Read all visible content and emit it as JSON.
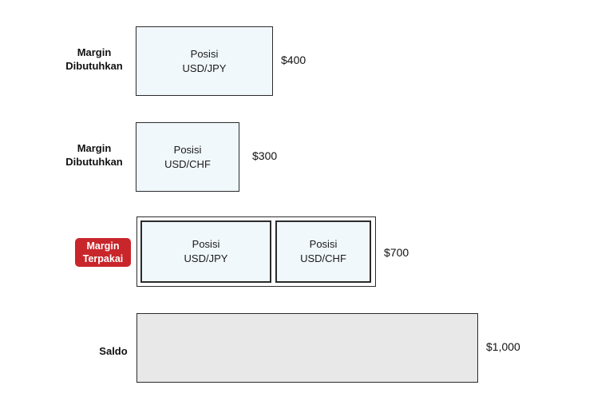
{
  "rows": [
    {
      "label_line1": "Margin",
      "label_line2": "Dibutuhkan",
      "box_line1": "Posisi",
      "box_line2": "USD/JPY",
      "amount": "$400"
    },
    {
      "label_line1": "Margin",
      "label_line2": "Dibutuhkan",
      "box_line1": "Posisi",
      "box_line2": "USD/CHF",
      "amount": "$300"
    }
  ],
  "used": {
    "badge_line1": "Margin",
    "badge_line2": "Terpakai",
    "positions": [
      {
        "line1": "Posisi",
        "line2": "USD/JPY"
      },
      {
        "line1": "Posisi",
        "line2": "USD/CHF"
      }
    ],
    "amount": "$700"
  },
  "balance": {
    "label": "Saldo",
    "amount": "$1,000"
  },
  "colors": {
    "position_fill": "#f1f8fc",
    "badge": "#c8262b",
    "balance_fill": "#e8e8e8",
    "border": "#2b2b2b"
  }
}
